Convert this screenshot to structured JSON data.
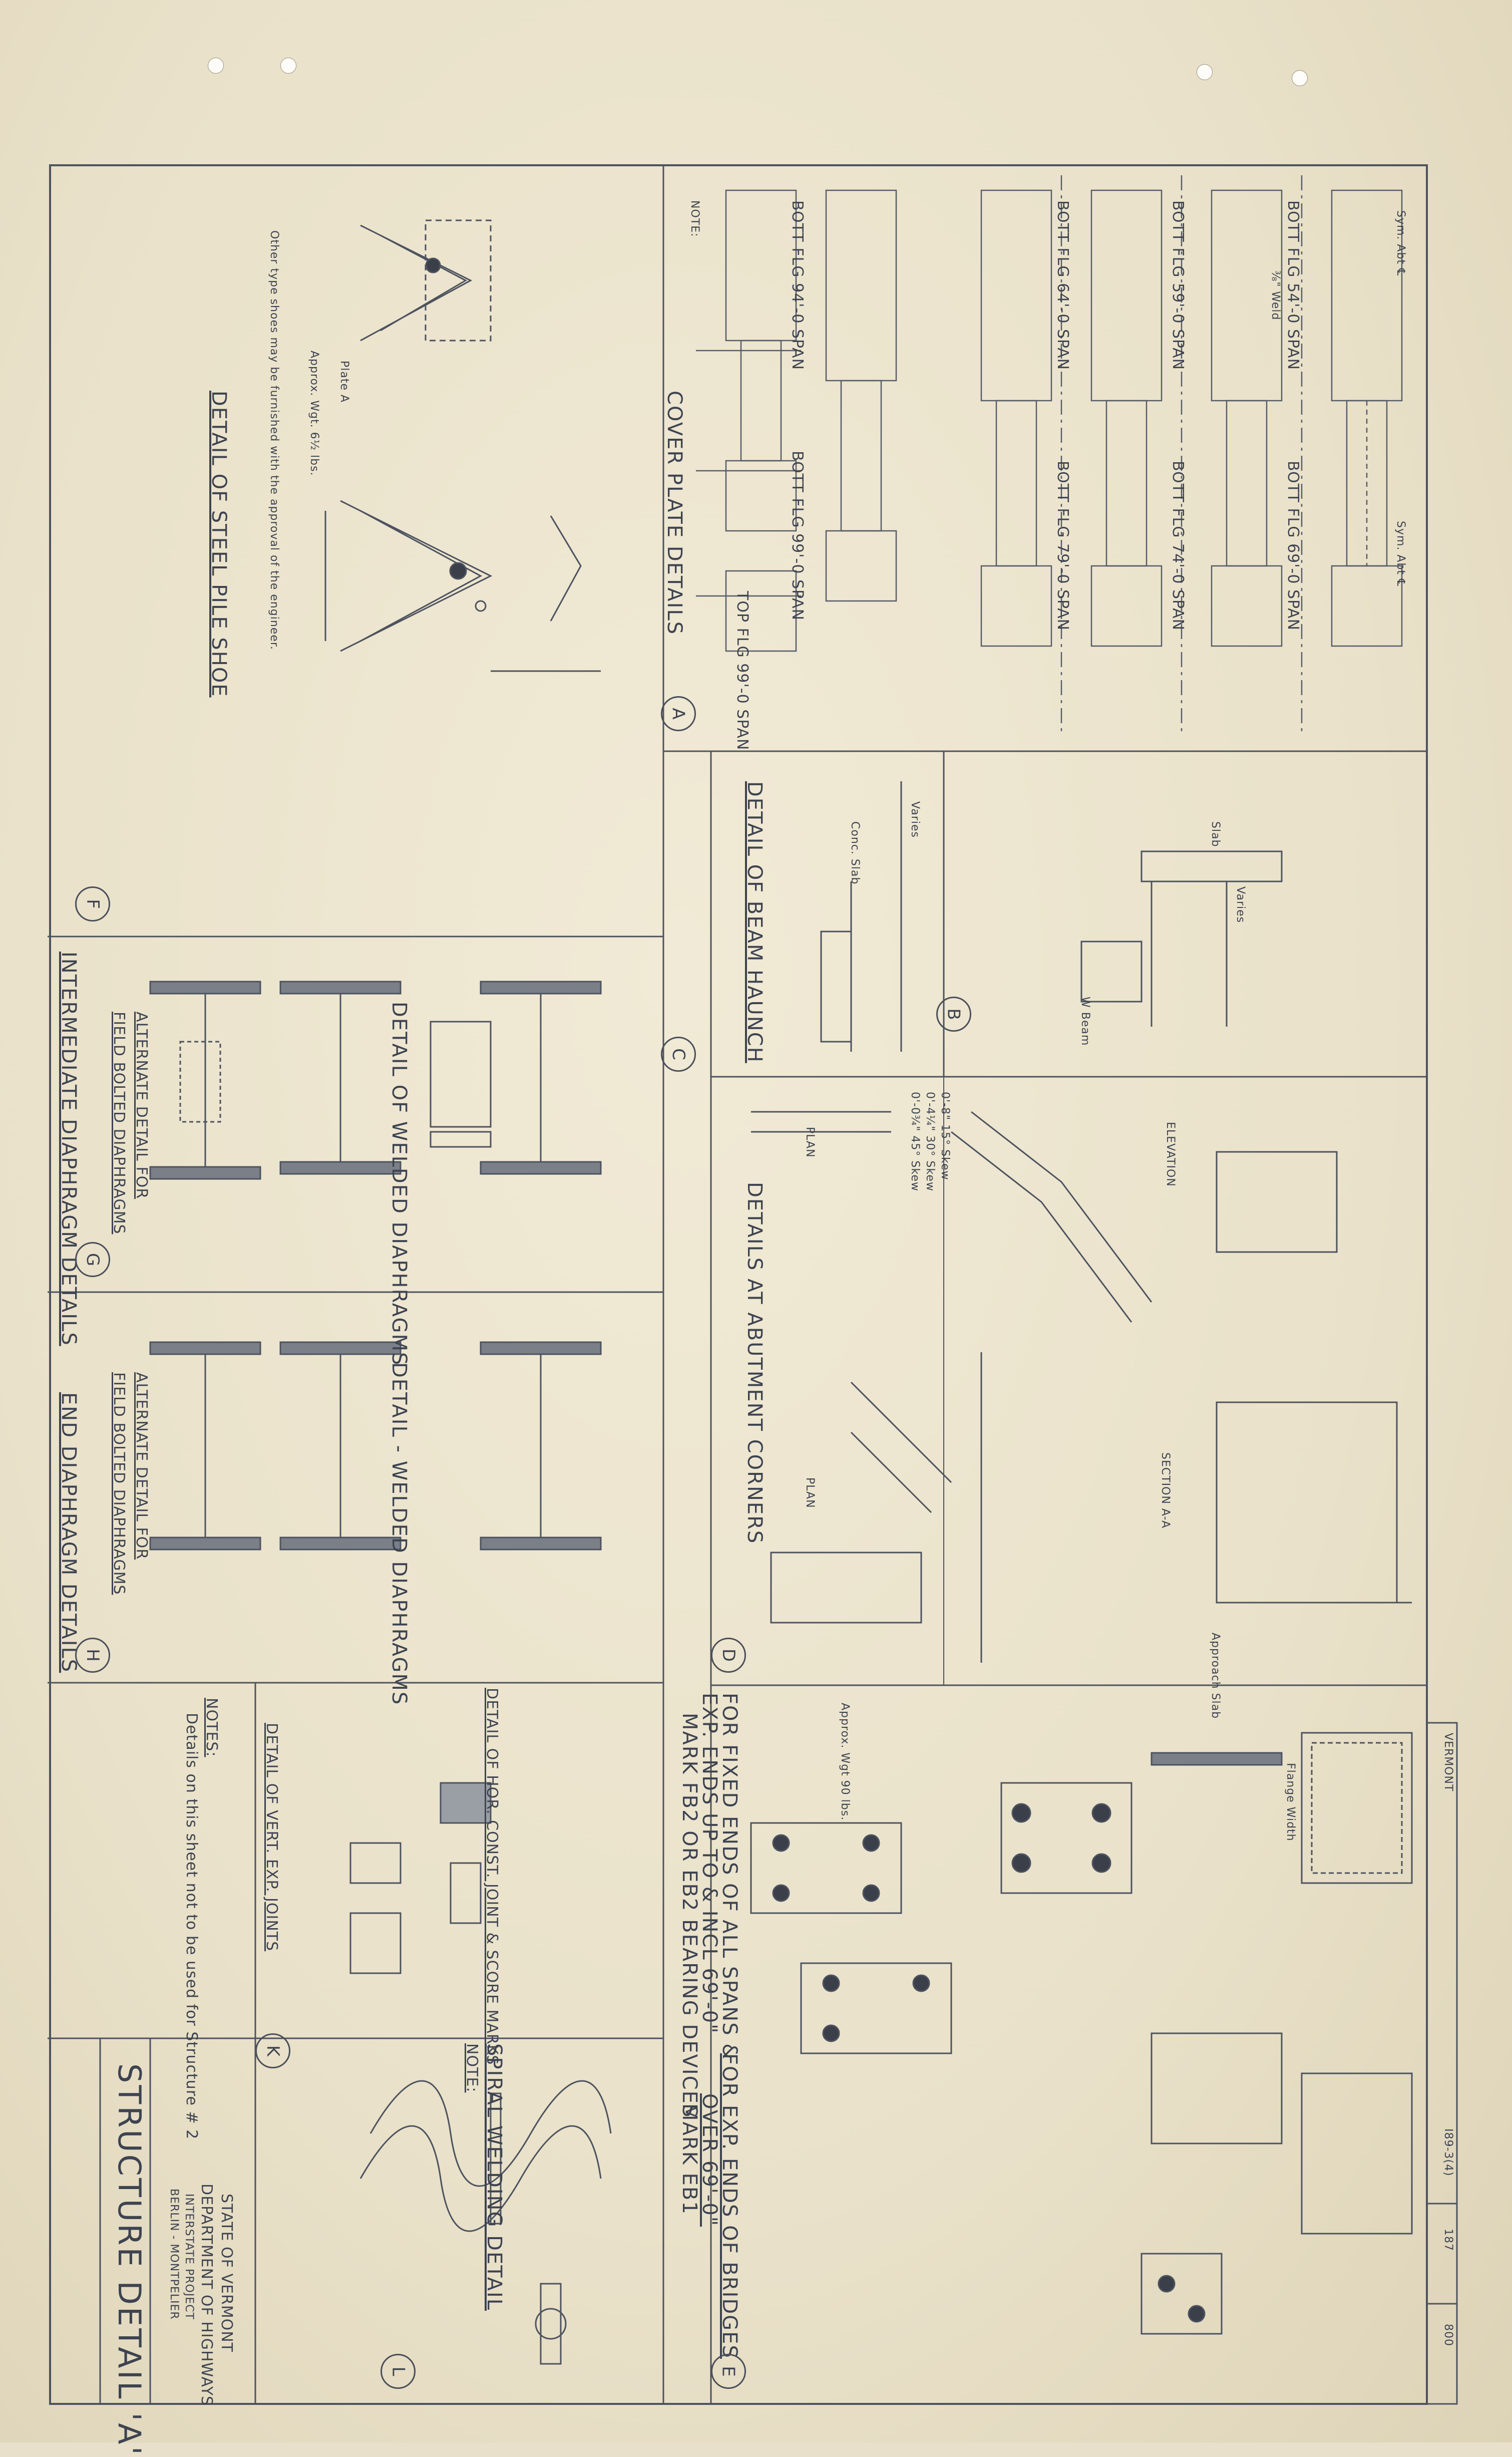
{
  "title_block": {
    "state": "STATE OF VERMONT",
    "department": "DEPARTMENT OF HIGHWAYS",
    "project": "INTERSTATE PROJECT",
    "location": "BERLIN - MONTPELIER",
    "drawing_title": "STRUCTURE DETAIL 'A'"
  },
  "sheet_header": {
    "state": "VERMONT",
    "project_no": "I89-3(4)",
    "sheet_no": "187",
    "total_sheets": "800"
  },
  "cells": {
    "A": {
      "badge": "A",
      "title": "COVER PLATE DETAILS",
      "spans": [
        "BOTT FLG 54'-0 SPAN",
        "BOTT FLG 59'-0 SPAN",
        "BOTT FLG 64'-0 SPAN",
        "BOTT FLG 69'-0 SPAN",
        "BOTT FLG 74'-0 SPAN",
        "BOTT FLG 79'-0 SPAN",
        "BOTT FLG 94'-0 SPAN",
        "BOTT FLG 99'-0 SPAN",
        "TOP FLG 99'-0 SPAN"
      ],
      "sym_label": "Sym. Abt ℄",
      "weld_label": "⅜\" Weld",
      "note_heading": "NOTE:"
    },
    "F": {
      "badge": "F",
      "title": "DETAIL OF STEEL PILE SHOE",
      "plate_label": "Plate A",
      "approx_wt": "Approx. Wgt. 6½ lbs.",
      "note": "Other type shoes may be furnished with the approval of the engineer."
    },
    "B": {
      "badge": "B",
      "labels": [
        "Slab",
        "W Beam",
        "Varies"
      ]
    },
    "C": {
      "badge": "C",
      "title": "DETAIL OF BEAM HAUNCH",
      "labels": [
        "Conc. Slab",
        "Varies"
      ]
    },
    "D": {
      "badge": "D",
      "title": "DETAILS AT ABUTMENT CORNERS",
      "skews": [
        "0'-8\" 15° Skew",
        "0'-4¼\" 30° Skew",
        "0'-0¾\" 45° Skew"
      ],
      "labels": [
        "ELEVATION",
        "SECTION A-A",
        "PLAN",
        "Approach Slab"
      ]
    },
    "G": {
      "badge": "G",
      "title": "INTERMEDIATE DIAPHRAGM DETAILS",
      "welded_title": "DETAIL OF WELDED DIAPHRAGMS",
      "alt_title": "ALTERNATE DETAIL FOR",
      "alt_title2": "FIELD BOLTED DIAPHRAGMS"
    },
    "H": {
      "badge": "H",
      "title": "END DIAPHRAGM DETAILS",
      "welded_title": "DETAIL - WELDED DIAPHRAGMS",
      "alt_title": "ALTERNATE DETAIL FOR",
      "alt_title2": "FIELD BOLTED DIAPHRAGMS"
    },
    "E": {
      "badge": "E",
      "title1": "FOR FIXED ENDS OF ALL SPANS &",
      "title2": "EXP. ENDS UP TO & INCL 69'-0\"",
      "mark1": "MARK FB2 OR EB2  BEARING DEVICES",
      "title3": "FOR EXP. ENDS OF BRIDGES",
      "title4": "OVER 69'-0\"",
      "mark2": "MARK EB1",
      "labels": [
        "Flange Width",
        "Approx. Wgt 90 lbs."
      ]
    },
    "K": {
      "badge": "K",
      "title1": "DETAIL OF HOR. CONST. JOINT & SCORE MARKS",
      "title2": "DETAIL OF VERT. EXP. JOINTS",
      "notes_heading": "NOTES:",
      "note_text": "Details on this sheet not to be used for Structure # 2"
    },
    "L": {
      "badge": "L",
      "title": "SPIRAL WELDING DETAIL",
      "note_heading": "NOTE:"
    }
  }
}
